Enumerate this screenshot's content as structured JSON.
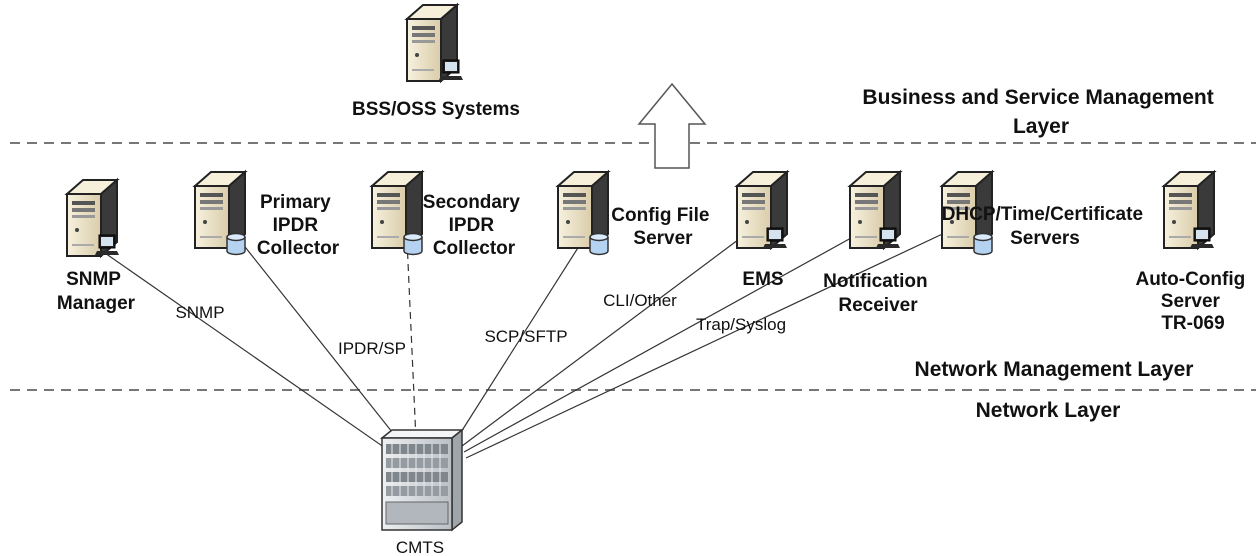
{
  "layers": {
    "business": [
      "Business and Service Management",
      "Layer"
    ],
    "network_mgmt": "Network Management Layer",
    "network": "Network Layer"
  },
  "nodes": {
    "bss_oss": [
      "BSS/OSS Systems"
    ],
    "snmp_manager": [
      "SNMP",
      "Manager"
    ],
    "primary_ipdr": [
      "Primary",
      "IPDR",
      "Collector"
    ],
    "secondary_ipdr": [
      "Secondary",
      "IPDR",
      "Collector"
    ],
    "config_file": [
      "Config File",
      "Server"
    ],
    "ems": [
      "EMS"
    ],
    "notification": [
      "Notification",
      "Receiver"
    ],
    "dhcp": [
      "DHCP/Time/Certificate",
      "Servers"
    ],
    "autoconfig": [
      "Auto-Config",
      "Server",
      "TR-069"
    ],
    "cmts": [
      "CMTS"
    ]
  },
  "protocols": {
    "snmp": "SNMP",
    "ipdr": "IPDR/SP",
    "scp": "SCP/SFTP",
    "cli": "CLI/Other",
    "trap": "Trap/Syslog"
  },
  "colors": {
    "line": "#333333",
    "divider": "#777777",
    "server_body": "#efe7cf",
    "server_dark": "#2b2b2b",
    "disk": "#a9c9ea",
    "cmts_body": "#d8dcdf"
  },
  "icons": {
    "server": "server-tower-icon",
    "monitor": "monitor-icon",
    "database": "database-icon",
    "cmts": "cmts-chassis-icon",
    "arrow": "up-arrow-icon"
  }
}
